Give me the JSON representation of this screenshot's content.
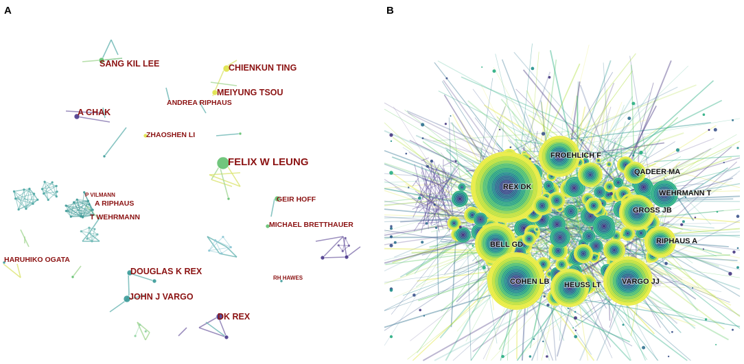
{
  "panels": [
    {
      "letter": "A"
    },
    {
      "letter": "B"
    }
  ],
  "colors": {
    "label_a": "#8b1212",
    "label_b": "#111111",
    "purple": "#4b3a8c",
    "teal": "#3a9a98",
    "green": "#7bcf7a",
    "yellow": "#e6e83a"
  },
  "panel_a_labels": [
    {
      "id": "sang-kil-lee",
      "text": "SANG KIL LEE",
      "size": "m"
    },
    {
      "id": "chienkun-ting",
      "text": "CHIENKUN TING",
      "size": "m"
    },
    {
      "id": "meiyung-tsou",
      "text": "MEIYUNG TSOU",
      "size": "m"
    },
    {
      "id": "andrea-riphaus",
      "text": "ANDREA RIPHAUS",
      "size": "s"
    },
    {
      "id": "a-chak",
      "text": "A CHAK",
      "size": "m"
    },
    {
      "id": "zhaoshen-li",
      "text": "ZHAOSHEN LI",
      "size": "s"
    },
    {
      "id": "felix-w-leung",
      "text": "FELIX W LEUNG",
      "size": "l"
    },
    {
      "id": "p-vilmann",
      "text": "P VILMANN",
      "size": "xs"
    },
    {
      "id": "a-riphaus",
      "text": "A RIPHAUS",
      "size": "s"
    },
    {
      "id": "t-wehrmann",
      "text": "T WEHRMANN",
      "size": "s"
    },
    {
      "id": "geir-hoff",
      "text": "GEIR HOFF",
      "size": "s"
    },
    {
      "id": "michael-bretthauer",
      "text": "MICHAEL BRETTHAUER",
      "size": "s"
    },
    {
      "id": "haruhiko-ogata",
      "text": "HARUHIKO OGATA",
      "size": "s"
    },
    {
      "id": "douglas-k-rex",
      "text": "DOUGLAS K REX",
      "size": "m"
    },
    {
      "id": "rh-hawes",
      "text": "RH HAWES",
      "size": "xs"
    },
    {
      "id": "john-j-vargo",
      "text": "JOHN J VARGO",
      "size": "m"
    },
    {
      "id": "dk-rex",
      "text": "DK REX",
      "size": "m"
    }
  ],
  "panel_b_labels": [
    {
      "id": "froehlich-f",
      "text": "FROEHLICH F"
    },
    {
      "id": "qadeer-ma",
      "text": "QADEER MA"
    },
    {
      "id": "rex-dk",
      "text": "REX DK"
    },
    {
      "id": "wehrmann-t",
      "text": "WEHRMANN T"
    },
    {
      "id": "gross-jb",
      "text": "GROSS JB"
    },
    {
      "id": "bell-gd",
      "text": "BELL GD"
    },
    {
      "id": "riphaus-a",
      "text": "RIPHAUS A"
    },
    {
      "id": "cohen-lb",
      "text": "COHEN LB"
    },
    {
      "id": "heuss-lt",
      "text": "HEUSS LT"
    },
    {
      "id": "vargo-jj",
      "text": "VARGO JJ"
    }
  ]
}
